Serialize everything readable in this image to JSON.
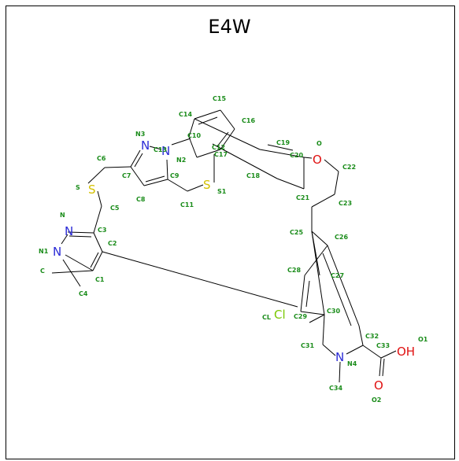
{
  "title": "E4W",
  "colors": {
    "carbon_label": "#1a8c1a",
    "nitrogen": "#2b2bd6",
    "sulfur": "#d4c000",
    "oxygen": "#e01010",
    "chlorine": "#7ac800",
    "bond": "#000000"
  },
  "atoms": {
    "N_top": "N",
    "N_mid": "N",
    "N_left": "N",
    "N_bottom": "N",
    "S_left": "S",
    "S_mid": "S",
    "O_ether": "O",
    "O_acid": "OH",
    "O_carbonyl": "O",
    "Cl": "Cl"
  },
  "labels": {
    "N3": "N3",
    "N2": "N2",
    "C13": "C13",
    "C10": "C10",
    "C7": "C7",
    "C9": "C9",
    "C8": "C8",
    "C14": "C14",
    "C15": "C15",
    "C16": "C16",
    "C19": "C19",
    "C12": "C12",
    "C17": "C17",
    "C20": "C20",
    "O": "O",
    "C22": "C22",
    "C18": "C18",
    "S1": "S1",
    "C11": "C11",
    "C21": "C21",
    "C23": "C23",
    "C6": "C6",
    "S": "S",
    "C5": "C5",
    "N": "N",
    "C3": "C3",
    "C2": "C2",
    "N1": "N1",
    "C": "C",
    "C1": "C1",
    "C4": "C4",
    "C25": "C25",
    "C26": "C26",
    "C28": "C28",
    "C27": "C27",
    "CL": "CL",
    "C29": "C29",
    "C30": "C30",
    "C31": "C31",
    "C32": "C32",
    "C33": "C33",
    "O1": "O1",
    "N4": "N4",
    "C34": "C34",
    "O2": "O2"
  }
}
